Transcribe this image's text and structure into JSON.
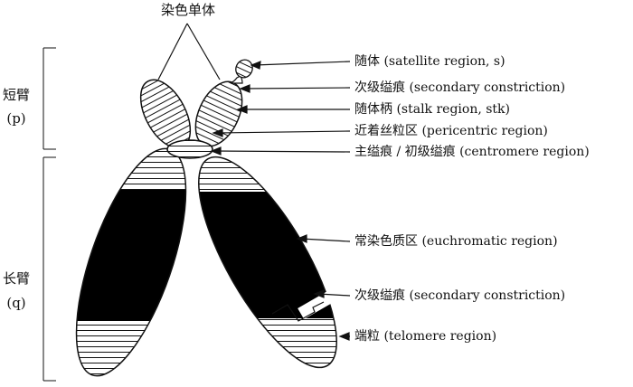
{
  "chromatid_label": "染色单体",
  "arm_labels": {
    "short": {
      "name": "短臂",
      "symbol": "(p)"
    },
    "long": {
      "name": "长臂",
      "symbol": "(q)"
    }
  },
  "region_labels": [
    "随体 (satellite region, s)",
    "次级缢痕 (secondary constriction)",
    "随体柄 (stalk region, stk)",
    "近着丝粒区 (pericentric region)",
    "主缢痕 / 初级缢痕 (centromere region)",
    "常染色质区 (euchromatic region)",
    "次级缢痕 (secondary constriction)",
    "端粒 (telomere region)"
  ],
  "colors": {
    "stroke": "#111111",
    "fill_dark": "#000000",
    "fill_light": "#ffffff"
  }
}
